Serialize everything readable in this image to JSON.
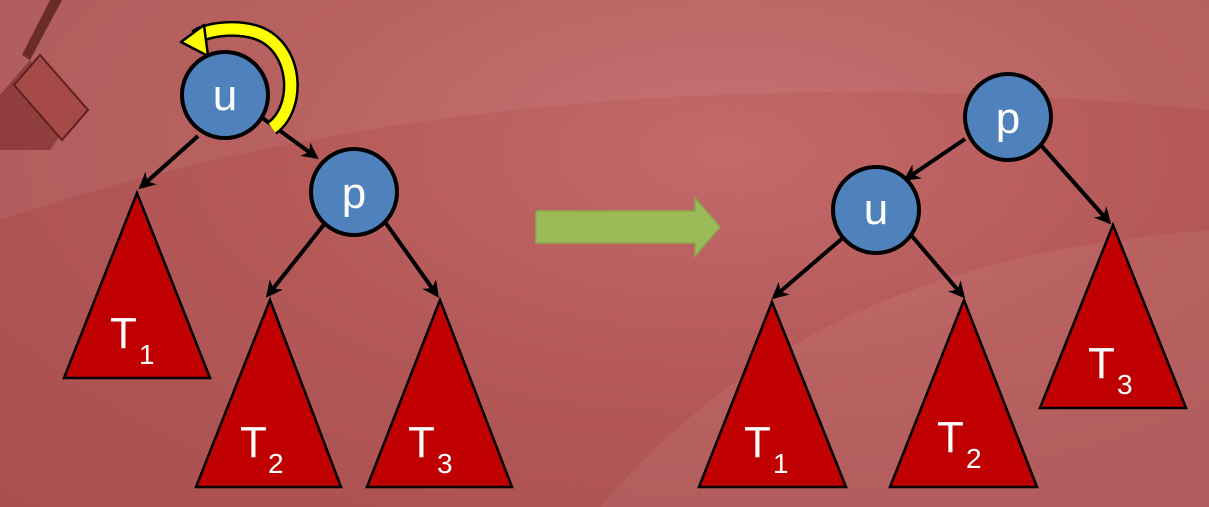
{
  "left_tree": {
    "root": "u",
    "child": "p",
    "subtrees": [
      {
        "name": "T",
        "sub": "1"
      },
      {
        "name": "T",
        "sub": "2"
      },
      {
        "name": "T",
        "sub": "3"
      }
    ]
  },
  "right_tree": {
    "root": "p",
    "child": "u",
    "subtrees": [
      {
        "name": "T",
        "sub": "1"
      },
      {
        "name": "T",
        "sub": "2"
      },
      {
        "name": "T",
        "sub": "3"
      }
    ]
  },
  "colors": {
    "node_fill": "#4f81bd",
    "subtree_fill": "#c00000",
    "rotation_arrow": "#ffff00",
    "transform_arrow": "#9bbb59",
    "background": "#b45858"
  },
  "icons": {
    "rotation": "rotate-left-arrow-icon",
    "transform": "right-arrow-icon"
  }
}
